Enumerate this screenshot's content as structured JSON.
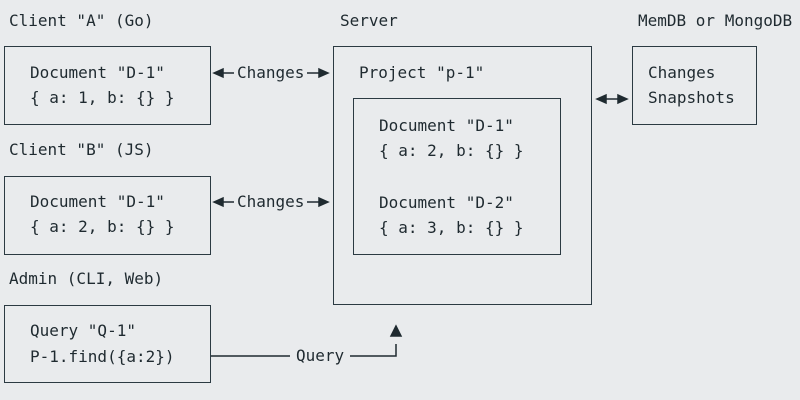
{
  "client_a": {
    "heading": "Client \"A\" (Go)",
    "doc_title": "Document \"D-1\"",
    "doc_value": "{ a: 1, b: {} }"
  },
  "client_b": {
    "heading": "Client \"B\" (JS)",
    "doc_title": "Document \"D-1\"",
    "doc_value": "{ a: 2, b: {} }"
  },
  "admin": {
    "heading": "Admin (CLI, Web)",
    "query_title": "Query \"Q-1\"",
    "query_expr": "P-1.find({a:2})"
  },
  "server": {
    "heading": "Server",
    "project_title": "Project \"p-1\"",
    "docs": [
      {
        "title": "Document \"D-1\"",
        "value": "{ a: 2, b: {} }"
      },
      {
        "title": "Document \"D-2\"",
        "value": "{ a: 3, b: {} }"
      }
    ]
  },
  "storage": {
    "heading": "MemDB or MongoDB",
    "lines": [
      "Changes",
      "Snapshots"
    ]
  },
  "connectors": {
    "client_a_to_server": "Changes",
    "client_b_to_server": "Changes",
    "admin_to_server": "Query"
  },
  "colors": {
    "background": "#e9ebed",
    "ink": "#1f2a30"
  }
}
